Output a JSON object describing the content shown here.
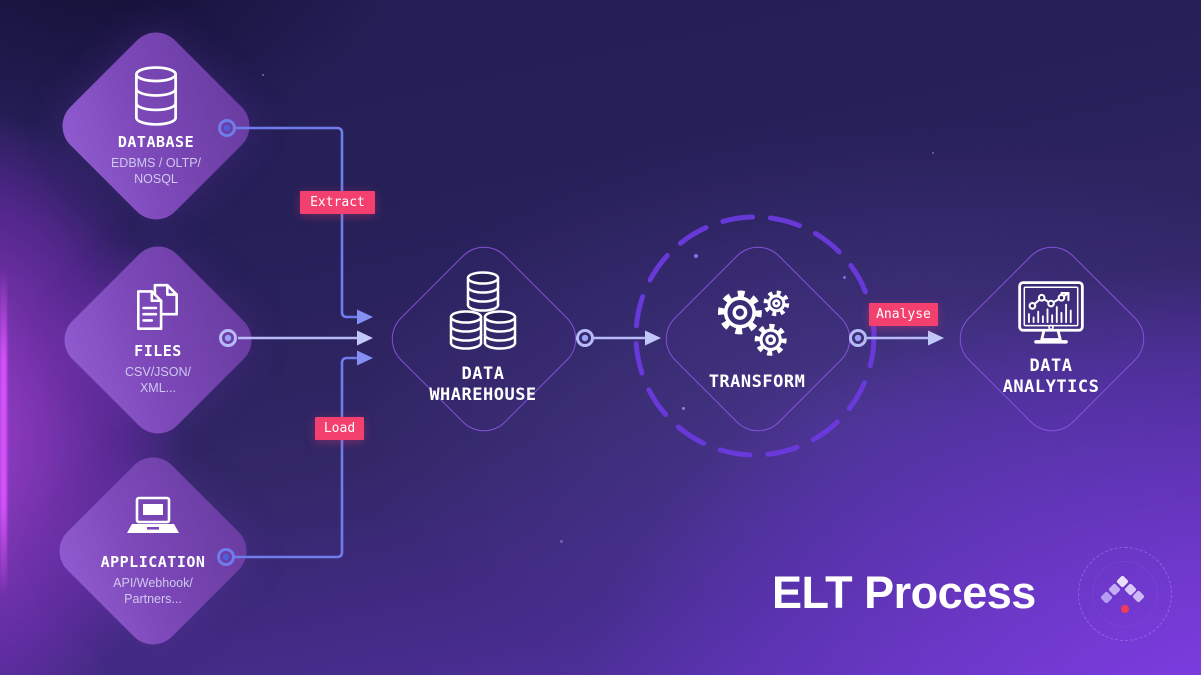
{
  "title": "ELT Process",
  "nodes": {
    "database": {
      "label": "DATABASE",
      "sublabel": "EDBMS / OLTP/\nNOSQL",
      "icon": "database-cylinder-icon"
    },
    "files": {
      "label": "FILES",
      "sublabel": "CSV/JSON/\nXML...",
      "icon": "documents-icon"
    },
    "application": {
      "label": "APPLICATION",
      "sublabel": "API/Webhook/\nPartners...",
      "icon": "laptop-icon"
    },
    "warehouse": {
      "label": "DATA\nWHAREHOUSE",
      "icon": "database-stack-icon"
    },
    "transform": {
      "label": "TRANSFORM",
      "icon": "gears-icon"
    },
    "analytics": {
      "label": "DATA\nANALYTICS",
      "icon": "monitor-chart-icon"
    }
  },
  "edges": {
    "extract": "Extract",
    "load": "Load",
    "analyse": "Analyse"
  },
  "colors": {
    "badge_pink": "#F4406F",
    "connector_blue": "#6F7CEB",
    "connector_light": "#B7BCF8",
    "diamond_fill": "#7C48B8",
    "diamond_outline": "#8C55E1",
    "dashed_ring": "#6C39E2",
    "background_navy": "#231E55",
    "background_violet": "#7A3FD4",
    "logo_red": "#F43B55",
    "text_white": "#FFFFFF",
    "subtext_lavender": "#CFC8F0"
  }
}
